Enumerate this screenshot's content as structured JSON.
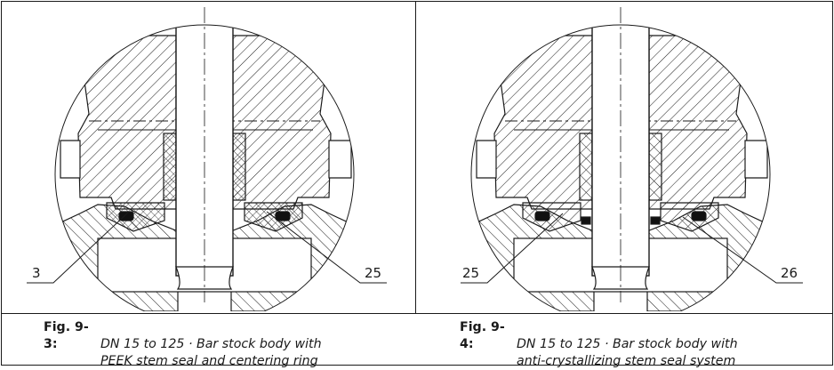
{
  "figures": [
    {
      "number": "Fig. 9-3:",
      "caption_line1": "DN 15 to 125 · Bar stock body with",
      "caption_line2": "PEEK stem seal and centering ring",
      "callouts": [
        "3",
        "25"
      ]
    },
    {
      "number": "Fig. 9-4:",
      "caption_line1": "DN 15 to 125 · Bar stock body with",
      "caption_line2": "anti-crystallizing stem seal system",
      "callouts": [
        "25",
        "26"
      ]
    }
  ],
  "colors": {
    "line": "#1a1a1a",
    "seal": "#111111",
    "background": "#ffffff"
  }
}
